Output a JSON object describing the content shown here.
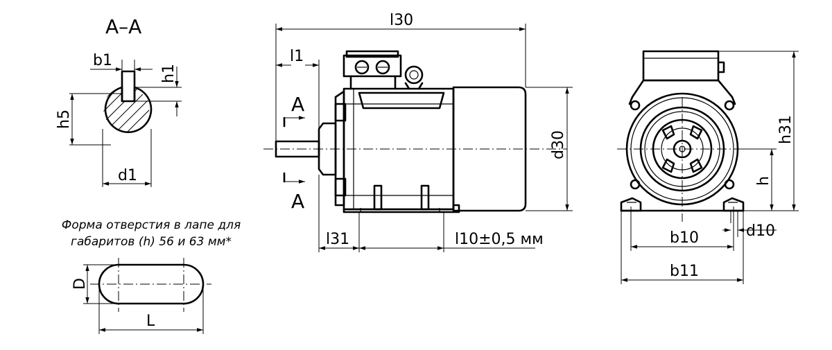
{
  "section": {
    "title": "А–А",
    "labels": {
      "b1": "b1",
      "h1": "h1",
      "h5": "h5",
      "d1": "d1"
    }
  },
  "hole": {
    "note_line1": "Форма отверстия в лапе для",
    "note_line2": "габаритов (h) 56 и 63 мм*",
    "labels": {
      "D": "D",
      "L": "L"
    }
  },
  "side_view": {
    "labels": {
      "l30": "l30",
      "l1": "l1",
      "d30": "d30",
      "l31": "l31",
      "l10": "l10±0,5 мм",
      "section_top": "А",
      "section_bottom": "А"
    }
  },
  "front_view": {
    "labels": {
      "h31": "h31",
      "h": "h",
      "b10": "b10",
      "d10": "d10",
      "b11": "b11"
    }
  }
}
